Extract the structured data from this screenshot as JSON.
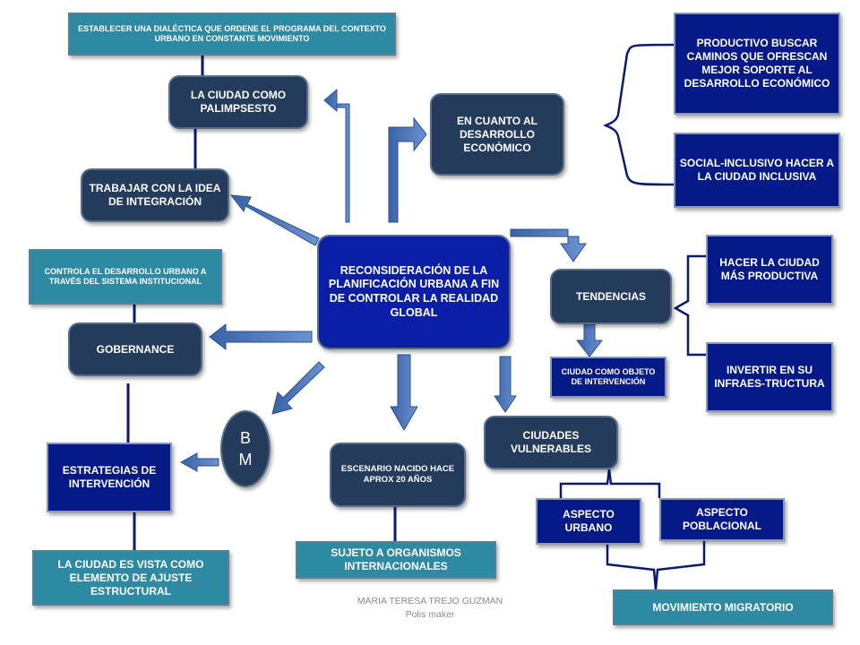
{
  "center": {
    "text": "RECONSIDERACIÓN DE LA PLANIFICACIÓN URBANA A FIN DE CONTROLAR LA REALIDAD GLOBAL"
  },
  "nodes": {
    "establecer": "ESTABLECER UNA DIALÉCTICA QUE ORDENE EL PROGRAMA DEL CONTEXTO URBANO EN CONSTANTE MOVIMIENTO",
    "palimpsesto": "LA CIUDAD COMO PALIMPSESTO",
    "integracion": "TRABAJAR CON LA IDEA DE INTEGRACIÓN",
    "controla": "CONTROLA EL DESARROLLO URBANO A TRAVÉS DEL SISTEMA INSTITUCIONAL",
    "gobernance": "GOBERNANCE",
    "estrategias": "ESTRATEGIAS DE INTERVENCIÓN",
    "ajuste": "LA CIUDAD ES VISTA COMO ELEMENTO DE AJUSTE ESTRUCTURAL",
    "escenario": "ESCENARIO NACIDO HACE APROX 20 AÑOS",
    "sujeto": "SUJETO A ORGANISMOS INTERNACIONALES",
    "desarrollo": "EN CUANTO AL DESARROLLO ECONÓMICO",
    "productivo": "PRODUCTIVO BUSCAR CAMINOS QUE OFRESCAN MEJOR SOPORTE AL DESARROLLO ECONÓMICO",
    "social": "SOCIAL-INCLUSIVO HACER A LA CIUDAD INCLUSIVA",
    "tendencias": "TENDENCIAS",
    "objeto": "CIUDAD COMO OBJETO DE INTERVENCIÓN",
    "productiva": "HACER LA CIUDAD MÁS PRODUCTIVA",
    "invertir": "INVERTIR EN SU INFRAES-TRUCTURA",
    "vulnerables": "CIUDADES VULNERABLES",
    "urbano": "ASPECTO URBANO",
    "poblacional": "ASPECTO POBLACIONAL",
    "migratorio": "MOVIMIENTO MIGRATORIO"
  },
  "bm": {
    "line1": "B",
    "line2": "M"
  },
  "footer": {
    "line1": "MARIA TERESA TREJO GUZMAN",
    "line2": "Polis maker"
  },
  "colors": {
    "dark": "#243b5c",
    "navy": "#051a86",
    "teal": "#2e8aa3",
    "arrow": "#4a78b8",
    "line": "#0a1a70"
  }
}
